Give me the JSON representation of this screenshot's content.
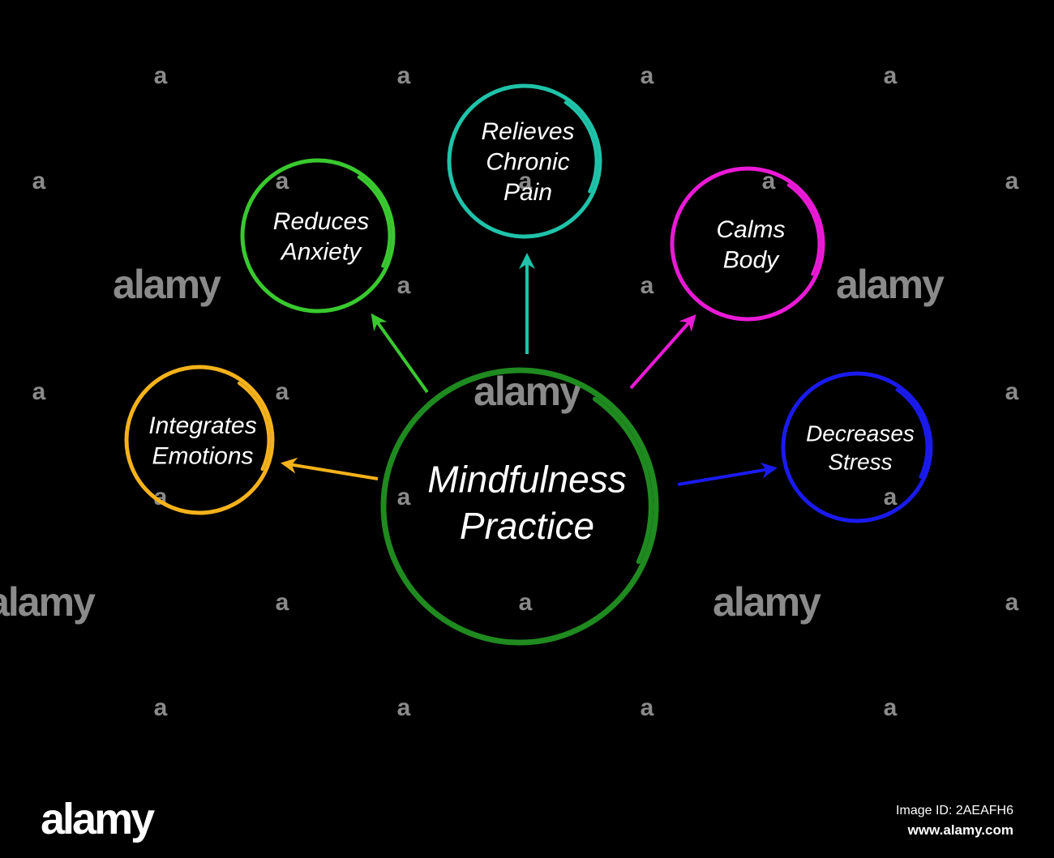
{
  "center": {
    "lines": [
      "Mindfulness",
      "Practice"
    ],
    "color": "#1f8a1f"
  },
  "nodes": [
    {
      "id": "integrates-emotions",
      "lines": [
        "Integrates",
        "Emotions"
      ],
      "color": "#f5b21b"
    },
    {
      "id": "reduces-anxiety",
      "lines": [
        "Reduces",
        "Anxiety"
      ],
      "color": "#39c92f"
    },
    {
      "id": "relieves-chronic-pain",
      "lines": [
        "Relieves",
        "Chronic",
        "Pain"
      ],
      "color": "#1fc3a9"
    },
    {
      "id": "calms-body",
      "lines": [
        "Calms",
        "Body"
      ],
      "color": "#ea1ad6"
    },
    {
      "id": "decreases-stress",
      "lines": [
        "Decreases",
        "Stress"
      ],
      "color": "#1a1aee"
    }
  ],
  "watermark": {
    "small": "a",
    "word": "alamy",
    "color": "#8a8a8a"
  },
  "footer": {
    "logo": "alamy",
    "image_id": "Image ID: 2AEAFH6",
    "url": "www.alamy.com"
  }
}
